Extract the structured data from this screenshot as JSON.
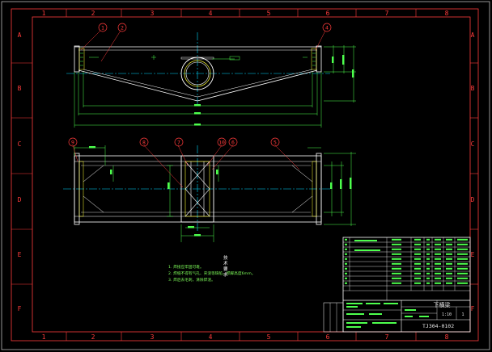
{
  "border": {
    "columns": [
      "1",
      "2",
      "3",
      "4",
      "5",
      "6",
      "7",
      "8"
    ],
    "rows": [
      "A",
      "B",
      "C",
      "D",
      "E",
      "F"
    ]
  },
  "balloons": {
    "top_view": [
      "1",
      "2",
      "4"
    ],
    "bottom_view": [
      "9",
      "8",
      "7",
      "10",
      "6",
      "5"
    ]
  },
  "technical_requirements": {
    "title": "技术要求",
    "items": [
      "1. 焊接应牢固可靠。",
      "2. 焊缝不得有气孔、夹渣等缺陷，焊脚高度6mm。",
      "3. 焊后去毛刺，清除焊渣。"
    ]
  },
  "title_block": {
    "drawing_number": "TJ304-0102",
    "drawing_title": "下横梁",
    "scale": "1:10",
    "sheet": "1"
  },
  "colors": {
    "frame": "#ff3b3b",
    "geometry": "#ffffff",
    "centerline": "#00d9ff",
    "dimension": "#4dff4d",
    "hatch": "#ffff33",
    "text": "#7fff5a"
  }
}
